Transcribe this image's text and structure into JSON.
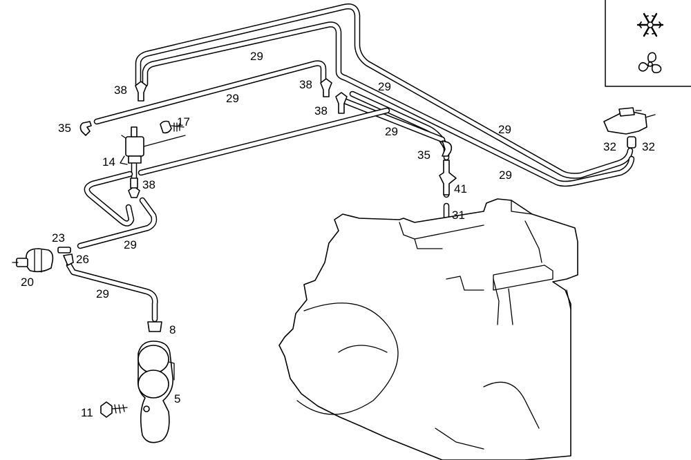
{
  "legend": {
    "icons": [
      "snowflake-icon",
      "fan-icon"
    ]
  },
  "callouts": {
    "c29a": "29",
    "c29b": "29",
    "c29c": "29",
    "c29d": "29",
    "c29e": "29",
    "c29f": "29",
    "c29g": "29",
    "c29h": "29",
    "c38a": "38",
    "c38b": "38",
    "c38c": "38",
    "c38d": "38",
    "c35a": "35",
    "c35b": "35",
    "c17": "17",
    "c14": "14",
    "c23": "23",
    "c26": "26",
    "c20": "20",
    "c8": "8",
    "c5": "5",
    "c11": "11",
    "c41": "41",
    "c31": "31",
    "c32a": "32",
    "c32b": "32"
  },
  "colors": {
    "line": "#000000",
    "background": "#ffffff"
  }
}
